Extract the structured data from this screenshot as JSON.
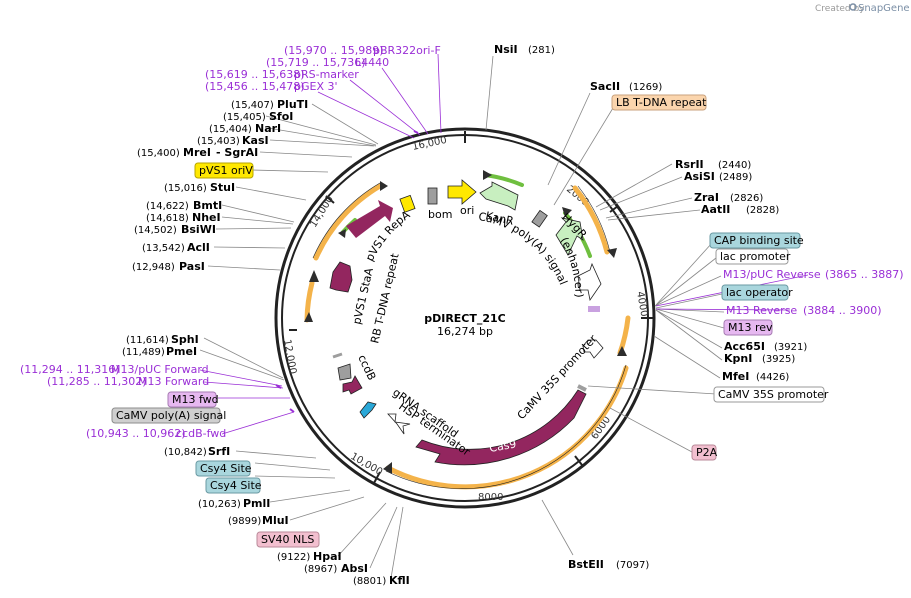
{
  "credit": {
    "created_by": "Created by",
    "brand": "SnapGene"
  },
  "plasmid": {
    "name": "pDIRECT_21C",
    "size": "16,274 bp"
  },
  "ticks": [
    "16,000",
    "2000",
    "4000",
    "6000",
    "8000",
    "10,000",
    "12,000",
    "14,000"
  ],
  "sites": {
    "nsii": {
      "name": "NsiI",
      "pos": "(281)"
    },
    "sacii": {
      "name": "SacII",
      "pos": "(1269)"
    },
    "rsrii": {
      "name": "RsrII",
      "pos": "(2440)"
    },
    "asisi": {
      "name": "AsiSI",
      "pos": "(2489)"
    },
    "zrai": {
      "name": "ZraI",
      "pos": "(2826)"
    },
    "aatii": {
      "name": "AatII",
      "pos": "(2828)"
    },
    "acc65i": {
      "name": "Acc65I",
      "pos": "(3921)"
    },
    "kpni": {
      "name": "KpnI",
      "pos": "(3925)"
    },
    "mfei": {
      "name": "MfeI",
      "pos": "(4426)"
    },
    "bsteii": {
      "name": "BstEII",
      "pos": "(7097)"
    },
    "kfli": {
      "name": "KflI",
      "pos": "(8801)"
    },
    "absi": {
      "name": "AbsI",
      "pos": "(8967)"
    },
    "hpai": {
      "name": "HpaI",
      "pos": "(9122)"
    },
    "mlui": {
      "name": "MluI",
      "pos": "(9899)"
    },
    "pmli": {
      "name": "PmlI",
      "pos": "(10,263)"
    },
    "srfi": {
      "name": "SrfI",
      "pos": "(10,842)"
    },
    "pmei": {
      "name": "PmeI",
      "pos": "(11,489)"
    },
    "sphi": {
      "name": "SphI",
      "pos": "(11,614)"
    },
    "pasi": {
      "name": "PasI",
      "pos": "(12,948)"
    },
    "acli": {
      "name": "AclI",
      "pos": "(13,542)"
    },
    "bsiwi": {
      "name": "BsiWI",
      "pos": "(14,502)"
    },
    "nhei": {
      "name": "NheI",
      "pos": "(14,618)"
    },
    "bmti": {
      "name": "BmtI",
      "pos": "(14,622)"
    },
    "stui": {
      "name": "StuI",
      "pos": "(15,016)"
    },
    "mrei": {
      "name": "MreI",
      "pos": "(15,400)"
    },
    "sgrai": {
      "name": "- SgrAI"
    },
    "kasi": {
      "name": "KasI",
      "pos": "(15,403)"
    },
    "nari": {
      "name": "NarI",
      "pos": "(15,404)"
    },
    "sfoi": {
      "name": "SfoI",
      "pos": "(15,405)"
    },
    "pluti": {
      "name": "PluTI",
      "pos": "(15,407)"
    }
  },
  "primers": {
    "pbr322": {
      "range": "(15,970 .. 15,989)",
      "name": "pBR322ori-F"
    },
    "l4440": {
      "range": "(15,719 .. 15,736)",
      "name": "L4440"
    },
    "prs": {
      "range": "(15,619 .. 15,638)",
      "name": "pRS-marker"
    },
    "pgex": {
      "range": "(15,456 .. 15,478)",
      "name": "pGEX 3'"
    },
    "m13puc_rev": {
      "name": "M13/pUC Reverse",
      "range": "(3865 .. 3887)"
    },
    "m13_reverse": {
      "name": "M13 Reverse",
      "range": "(3884 .. 3900)"
    },
    "m13puc_fwd": {
      "range": "(11,294 .. 11,316)",
      "name": "M13/pUC Forward"
    },
    "m13_forward": {
      "range": "(11,285 .. 11,302)",
      "name": "M13 Forward"
    },
    "ccdb_fwd": {
      "range": "(10,943 .. 10,962)",
      "name": "ccdB-fwd"
    }
  },
  "boxes": {
    "lb_tdna": "LB T-DNA repeat",
    "cap": "CAP binding site",
    "lac_promoter": "lac promoter",
    "lac_operator": "lac operator",
    "m13_rev": "M13 rev",
    "camv35s": "CaMV 35S promoter",
    "p2a": "P2A",
    "sv40": "SV40 NLS",
    "csy4_a": "Csy4 Site",
    "csy4_b": "Csy4 Site",
    "camv_polya": "CaMV poly(A) signal",
    "m13_fwd": "M13 fwd",
    "pvs1_oriv": "pVS1 oriV"
  },
  "features": {
    "pvs1_repa": "pVS1 RepA",
    "pvs1_staa": "pVS1 StaA",
    "rb_tdna": "RB T-DNA repeat",
    "bom": "bom",
    "ori": "ori",
    "kanr": "KanR",
    "camv_polya_inner": "CaMV poly(A) signal",
    "hygr": "HygR",
    "enhancer": "(enhancer)",
    "camv35s_inner": "CaMV 35S promoter",
    "cas9": "Cas9",
    "hsp": "HSP terminator",
    "grna": "gRNA scaffold",
    "ccdb": "ccdB"
  },
  "colors": {
    "label_purple": "#9a2fd6",
    "cas9": "#93265f",
    "orange": "#f4b34a",
    "green": "#6fbf3f",
    "green_fill": "#c8efc0",
    "yellow": "#ffe800",
    "gray": "#9e9e9e",
    "cap_box": "#a9d6dd",
    "lb_box": "#fbd5ad",
    "m13_box": "#e6b8f0",
    "p2a_box": "#f2bfcf"
  }
}
